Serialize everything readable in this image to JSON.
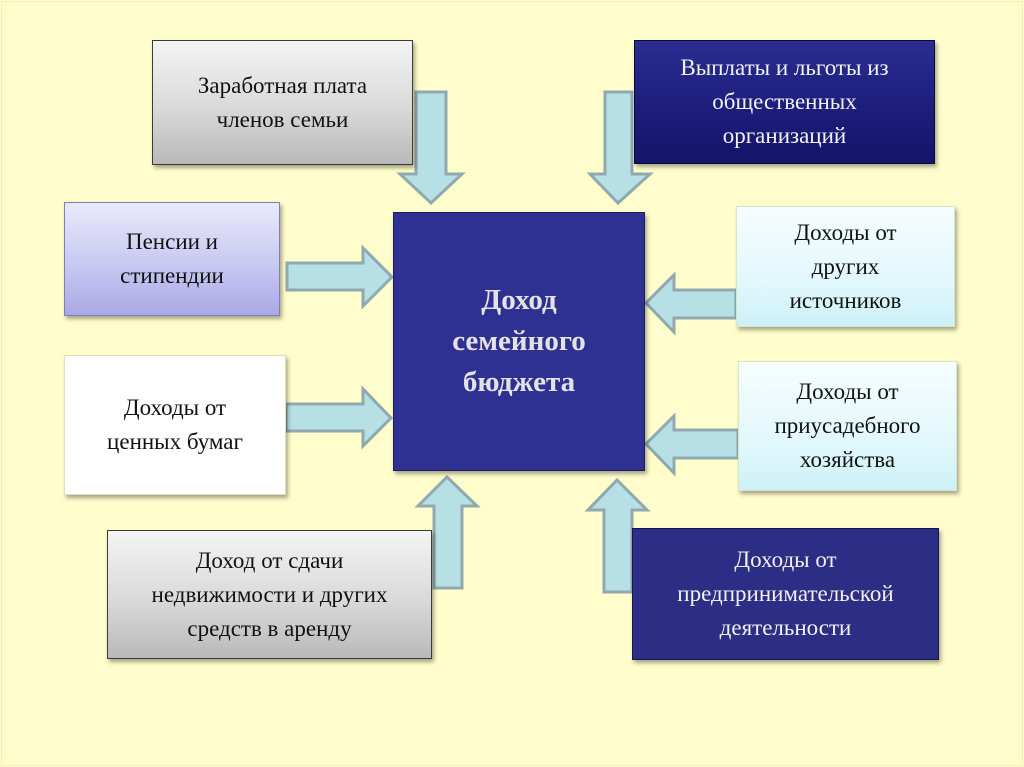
{
  "diagram": {
    "center": {
      "lines": [
        "Доход",
        "семейного",
        "бюджета"
      ]
    },
    "sources": [
      {
        "id": "wages",
        "lines": [
          "Заработная плата",
          "членов семьи"
        ]
      },
      {
        "id": "public-benefits",
        "lines": [
          "Выплаты и льготы из",
          "общественных",
          "организаций"
        ]
      },
      {
        "id": "pensions",
        "lines": [
          "Пенсии и",
          "стипендии"
        ]
      },
      {
        "id": "other-sources",
        "lines": [
          "Доходы от",
          "других",
          "источников"
        ]
      },
      {
        "id": "securities",
        "lines": [
          "Доходы от",
          "ценных бумаг"
        ]
      },
      {
        "id": "household-plot",
        "lines": [
          "Доходы от",
          "приусадебного",
          "хозяйства"
        ]
      },
      {
        "id": "rent",
        "lines": [
          "Доход от сдачи",
          "недвижимости и других",
          "средств в аренду"
        ]
      },
      {
        "id": "entrepreneurship",
        "lines": [
          "Доходы от",
          "предпринимательской",
          "деятельности"
        ]
      }
    ],
    "colors": {
      "background": "#FFFDCB",
      "center_fill": "#2F3192",
      "arrow_fill": "#B7E0E6",
      "arrow_stroke": "#8FA9AE"
    }
  }
}
